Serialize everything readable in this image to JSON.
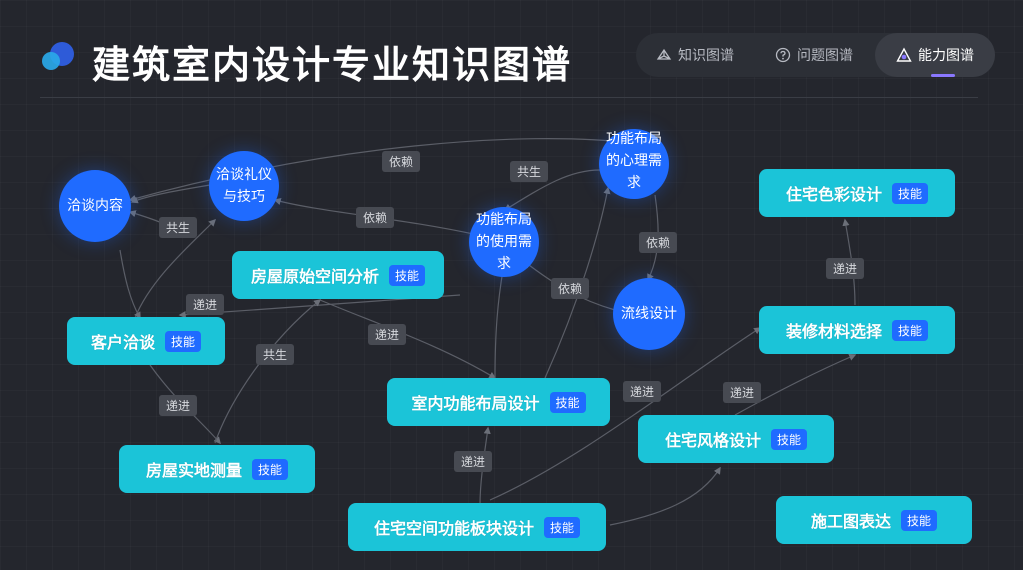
{
  "header": {
    "title": "建筑室内设计专业知识图谱"
  },
  "tabs": [
    {
      "label": "知识图谱",
      "icon": "graph-icon"
    },
    {
      "label": "问题图谱",
      "icon": "question-icon"
    },
    {
      "label": "能力图谱",
      "icon": "ability-icon",
      "active": true
    }
  ],
  "colors": {
    "knowledge_node": "#1f6bff",
    "skill_node": "#1bc4d8",
    "badge": "#1f6bff",
    "background": "#24262d",
    "tab_indicator": "#8a78ff"
  },
  "knowledge_nodes": [
    {
      "label": "洽谈内容"
    },
    {
      "label": "洽谈礼仪与技巧"
    },
    {
      "label": "功能布局的心理需求"
    },
    {
      "label": "功能布局的使用需求"
    },
    {
      "label": "流线设计"
    }
  ],
  "skill_badge": "技能",
  "skill_nodes": [
    {
      "label": "住宅色彩设计"
    },
    {
      "label": "房屋原始空间分析"
    },
    {
      "label": "装修材料选择"
    },
    {
      "label": "客户洽谈"
    },
    {
      "label": "室内功能布局设计"
    },
    {
      "label": "住宅风格设计"
    },
    {
      "label": "房屋实地测量"
    },
    {
      "label": "住宅空间功能板块设计"
    },
    {
      "label": "施工图表达"
    }
  ],
  "edge_labels": [
    {
      "label": "依赖"
    },
    {
      "label": "共生"
    },
    {
      "label": "依赖"
    },
    {
      "label": "共生"
    },
    {
      "label": "依赖"
    },
    {
      "label": "依赖"
    },
    {
      "label": "递进"
    },
    {
      "label": "递进"
    },
    {
      "label": "递进"
    },
    {
      "label": "共生"
    },
    {
      "label": "递进"
    },
    {
      "label": "递进"
    },
    {
      "label": "递进"
    },
    {
      "label": "递进"
    }
  ]
}
